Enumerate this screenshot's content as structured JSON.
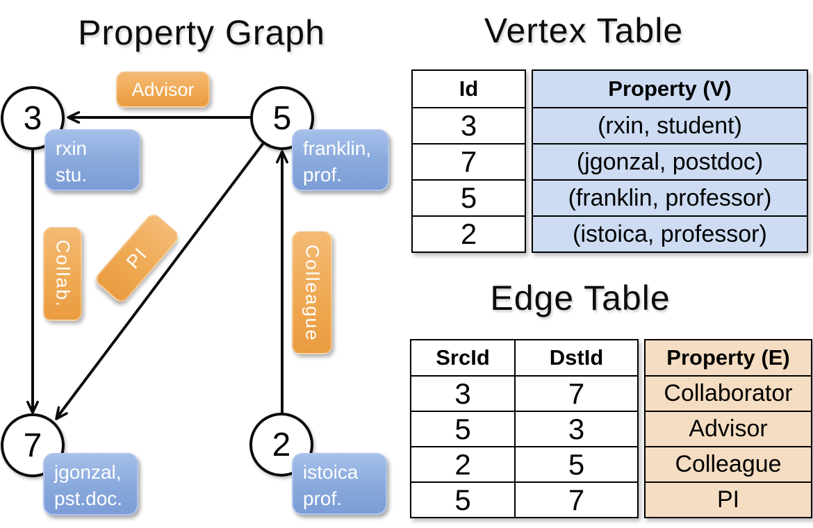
{
  "titles": {
    "graph": "Property Graph",
    "vertex_table": "Vertex Table",
    "edge_table": "Edge Table"
  },
  "graph": {
    "nodes": [
      {
        "id": "3",
        "property_line1": "rxin",
        "property_line2": "stu."
      },
      {
        "id": "5",
        "property_line1": "franklin,",
        "property_line2": "prof."
      },
      {
        "id": "7",
        "property_line1": "jgonzal,",
        "property_line2": "pst.doc."
      },
      {
        "id": "2",
        "property_line1": "istoica",
        "property_line2": "prof."
      }
    ],
    "edges": [
      {
        "label": "Advisor",
        "from": "5",
        "to": "3"
      },
      {
        "label": "Collab.",
        "from": "3",
        "to": "7"
      },
      {
        "label": "PI",
        "from": "5",
        "to": "7"
      },
      {
        "label": "Colleague",
        "from": "2",
        "to": "5"
      }
    ]
  },
  "vertex_table": {
    "columns": [
      "Id",
      "Property (V)"
    ],
    "rows": [
      [
        "3",
        "(rxin, student)"
      ],
      [
        "7",
        "(jgonzal, postdoc)"
      ],
      [
        "5",
        "(franklin, professor)"
      ],
      [
        "2",
        "(istoica, professor)"
      ]
    ]
  },
  "edge_table": {
    "columns": [
      "SrcId",
      "DstId",
      "Property (E)"
    ],
    "rows": [
      [
        "3",
        "7",
        "Collaborator"
      ],
      [
        "5",
        "3",
        "Advisor"
      ],
      [
        "2",
        "5",
        "Colleague"
      ],
      [
        "5",
        "7",
        "PI"
      ]
    ]
  },
  "colors": {
    "edge_label_orange": "#efa953",
    "vertex_property_blue": "#8aaadc",
    "vertex_cell_bg": "#cddcf2",
    "edge_cell_bg": "#f4ddc2",
    "line_black": "#0b0b0b"
  }
}
